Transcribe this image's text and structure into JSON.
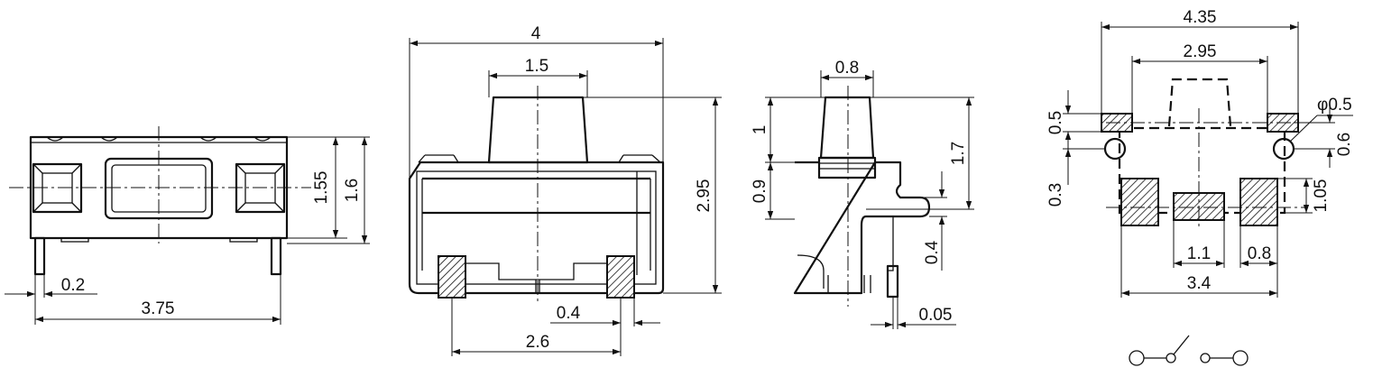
{
  "front_view": {
    "dim_top_height": "1.55",
    "dim_full_height": "1.6",
    "dim_pin_width": "0.2",
    "dim_pin_span": "3.75"
  },
  "side_view": {
    "dim_body_width": "4",
    "dim_actuator_width": "1.5",
    "dim_total_height": "2.95",
    "dim_pad_gap": "0.4",
    "dim_pad_span": "2.6"
  },
  "profile_view": {
    "dim_actuator_width": "0.8",
    "dim_actuator_height": "1",
    "dim_lower_height": "0.9",
    "dim_body_height": "1.7",
    "dim_tab_height": "0.4",
    "dim_offset": "0.05"
  },
  "footprint_view": {
    "dim_overall_width": "4.35",
    "dim_inner_width": "2.95",
    "dim_pad_height": "0.5",
    "dim_hole_offset": "0.3",
    "dim_hole_diameter": "φ0.5",
    "dim_hole_pitch": "0.6",
    "dim_pad_row_height": "1.05",
    "dim_center_pad_width": "1.1",
    "dim_side_pad_width": "0.8",
    "dim_pad_span": "3.4"
  }
}
